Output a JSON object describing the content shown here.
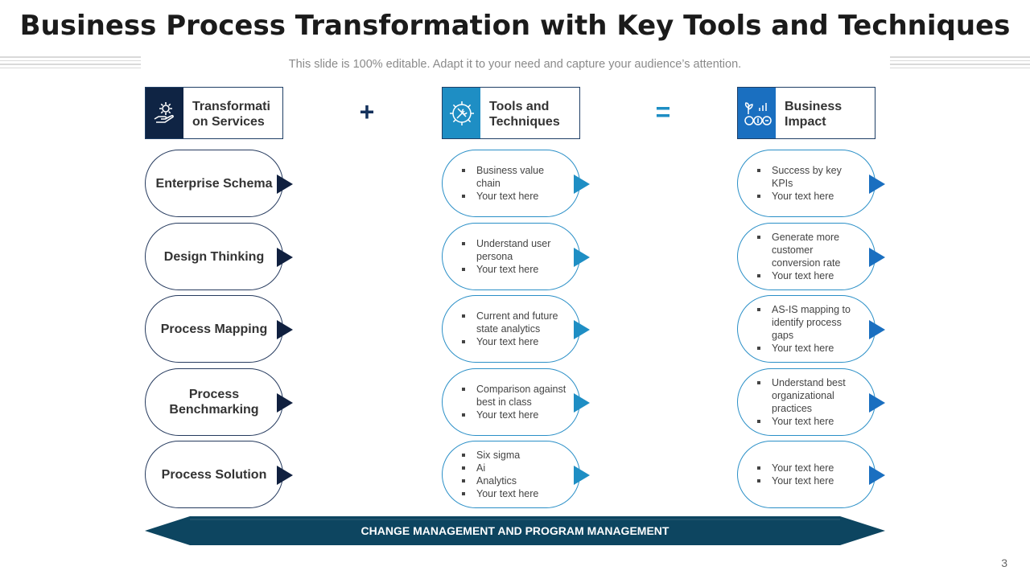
{
  "slide": {
    "title": "Business Process Transformation with Key Tools and Techniques",
    "subtitle": "This slide is 100% editable. Adapt it to your need and capture your audience’s attention.",
    "page_number": "3"
  },
  "columns": [
    {
      "header": "Transformati on Services",
      "icon": "gear-hand-icon",
      "icon_bg": "#0f2444",
      "items": [
        "Enterprise Schema",
        "Design Thinking",
        "Process Mapping",
        "Process Benchmarking",
        "Process Solution"
      ]
    },
    {
      "header": "Tools and Techniques",
      "icon": "tools-gear-icon",
      "icon_bg": "#1e8ec4",
      "items": [
        [
          "Business value chain",
          "Your text here"
        ],
        [
          "Understand user persona",
          "Your text here"
        ],
        [
          "Current and future state analytics",
          "Your text here"
        ],
        [
          "Comparison against best in class",
          "Your text here"
        ],
        [
          "Six sigma",
          "Ai",
          "Analytics",
          "Your text here"
        ]
      ]
    },
    {
      "header": "Business Impact",
      "icon": "growth-coins-icon",
      "icon_bg": "#1a6fc0",
      "items": [
        [
          "Success by key KPIs",
          "Your text here"
        ],
        [
          "Generate more customer conversion rate",
          "Your text here"
        ],
        [
          "AS-IS mapping to identify process gaps",
          "Your text here"
        ],
        [
          "Understand best organizational practices",
          "Your text here"
        ],
        [
          "Your text here",
          "Your text here"
        ]
      ]
    }
  ],
  "operators": {
    "plus": "+",
    "equals": "="
  },
  "banner": {
    "text": "CHANGE MANAGEMENT AND PROGRAM MANAGEMENT",
    "color": "#0d4560"
  },
  "colors": {
    "navy": "#0f2444",
    "teal": "#1e8ec4",
    "blue": "#1a6fc0",
    "operator": "#13315c"
  }
}
